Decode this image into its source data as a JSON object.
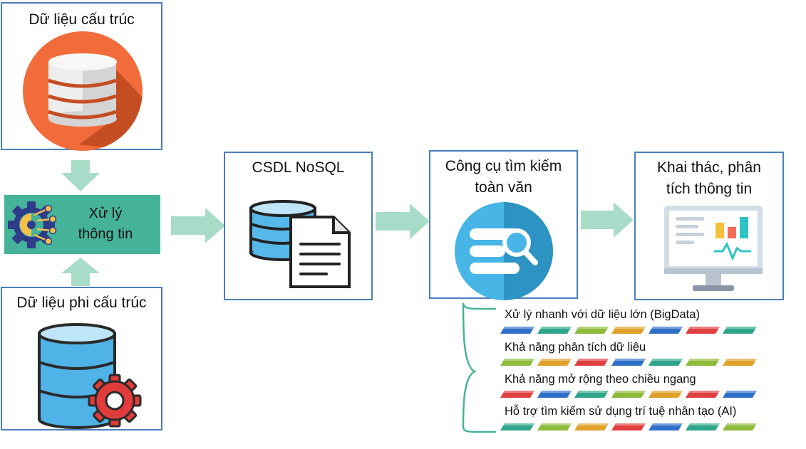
{
  "nodes": {
    "structured": {
      "title": "Dữ liệu cấu trúc",
      "icon": "database-icon"
    },
    "unstructured": {
      "title": "Dữ liệu phi cấu trúc",
      "icon": "database-gear-icon"
    },
    "processing": {
      "line1": "Xử lý",
      "line2": "thông tin",
      "icon": "ai-gear-icon"
    },
    "nosql": {
      "title": "CSDL NoSQL",
      "icon": "database-document-icon"
    },
    "search": {
      "line1": "Công cụ tìm kiếm",
      "line2": "toàn văn",
      "icon": "search-database-icon"
    },
    "analytics": {
      "line1": "Khai thác, phân",
      "line2": "tích thông tin",
      "icon": "monitor-chart-icon"
    }
  },
  "features": [
    {
      "label": "Xử lý nhanh với dữ liệu lớn (BigData)"
    },
    {
      "label": "Khả năng phân tích dữ liệu"
    },
    {
      "label": "Khả năng mở rộng theo chiều ngang"
    },
    {
      "label": "Hỗ trợ tìm kiếm sử dụng trí tuệ nhân tạo (AI)"
    }
  ],
  "colors": {
    "border": "#4a7ebb",
    "arrow": "#a8dcc8",
    "processing_bg": "#45b39a",
    "accent_orange": "#f26b3a",
    "accent_blue": "#47b5e6"
  }
}
